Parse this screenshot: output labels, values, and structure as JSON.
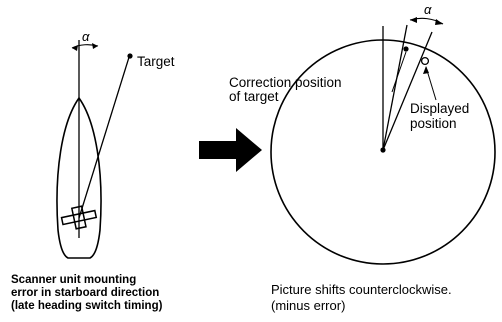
{
  "left_panel": {
    "alpha_symbol": "α",
    "target_label": "Target",
    "caption_lines": [
      "Scanner unit mounting",
      "error in starboard direction",
      "(late heading switch timing)"
    ]
  },
  "right_panel": {
    "alpha_symbol": "α",
    "correction_label_lines": [
      "Correction position",
      "of target"
    ],
    "displayed_label_lines": [
      "Displayed",
      "position"
    ],
    "caption_lines": [
      "Picture shifts counterclockwise.",
      "(minus error)"
    ]
  },
  "colors": {
    "ink": "#000000",
    "background": "#ffffff"
  }
}
